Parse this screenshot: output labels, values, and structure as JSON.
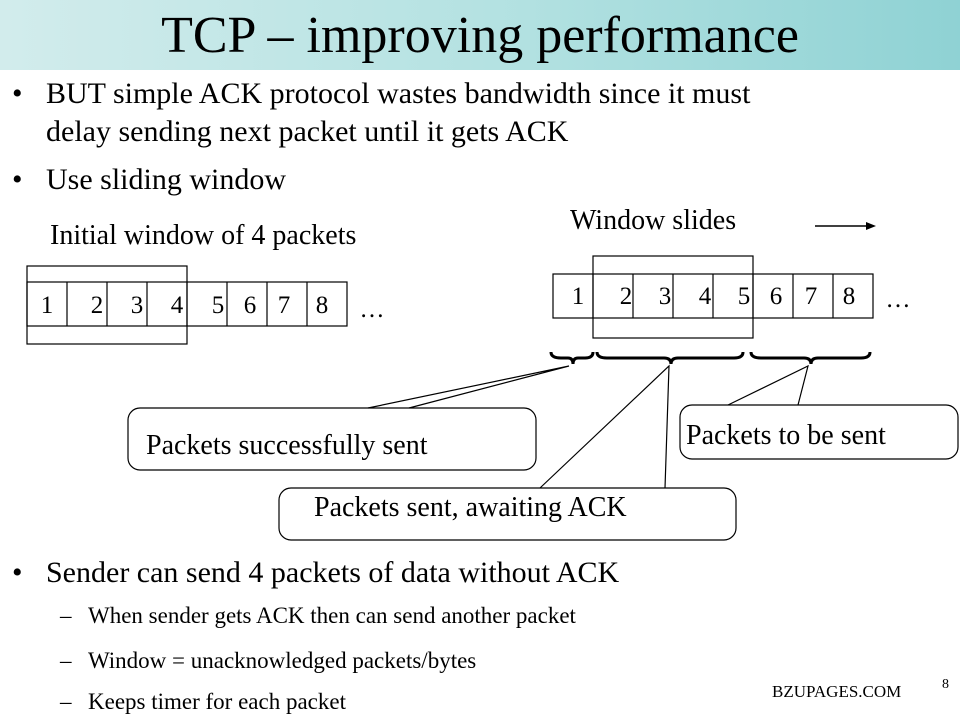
{
  "slide": {
    "title": "TCP – improving performance",
    "bullets": [
      {
        "line1": "BUT simple ACK protocol wastes bandwidth since it must",
        "line2": "delay sending next packet until it gets ACK"
      },
      {
        "line1": "Use sliding window"
      }
    ],
    "diagram": {
      "left_caption": "Initial window of 4 packets",
      "right_caption": "Window slides",
      "packets": [
        "1",
        "2",
        "3",
        "4",
        "5",
        "6",
        "7",
        "8"
      ],
      "ellipsis": "…",
      "callouts": {
        "sent": "Packets successfully sent",
        "awaiting": "Packets sent, awaiting ACK",
        "to_send": "Packets to be sent"
      }
    },
    "bottom_bullet": "Sender can send 4 packets of data without ACK",
    "sub_bullets": [
      "When sender gets ACK then can send another packet",
      "Window = unacknowledged packets/bytes",
      "Keeps timer for each packet"
    ],
    "dash": "–",
    "dot": "•",
    "footer": {
      "site": "BZUPAGES.COM",
      "page": "8"
    },
    "colors": {
      "title_band_start": "#d2ecec",
      "title_band_end": "#8fd2d4"
    }
  }
}
